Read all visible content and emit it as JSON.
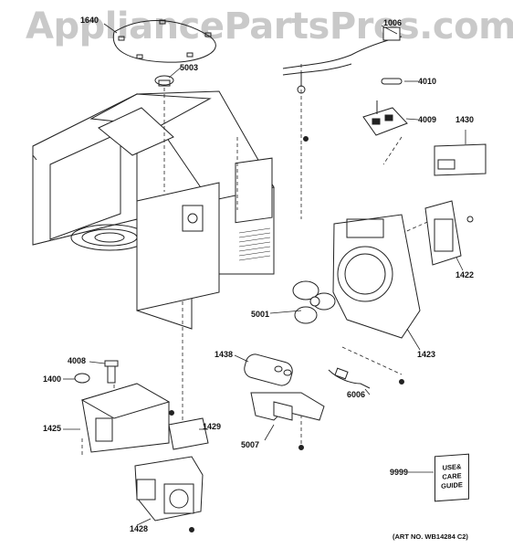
{
  "watermark": "AppliancePartsPros.com",
  "art_number": "(ART NO. WB14284 C2)",
  "guide_lines": [
    "USE&",
    "CARE",
    "GUIDE"
  ],
  "labels": {
    "p1640": "1640",
    "p1006": "1006",
    "p5003": "5003",
    "p4010": "4010",
    "p4009": "4009",
    "p1430": "1430",
    "p1422": "1422",
    "p5001": "5001",
    "p1423": "1423",
    "p4008": "4008",
    "p1400": "1400",
    "p1438": "1438",
    "p6006": "6006",
    "p1429": "1429",
    "p1425": "1425",
    "p5007": "5007",
    "p9999": "9999",
    "p1428": "1428"
  }
}
